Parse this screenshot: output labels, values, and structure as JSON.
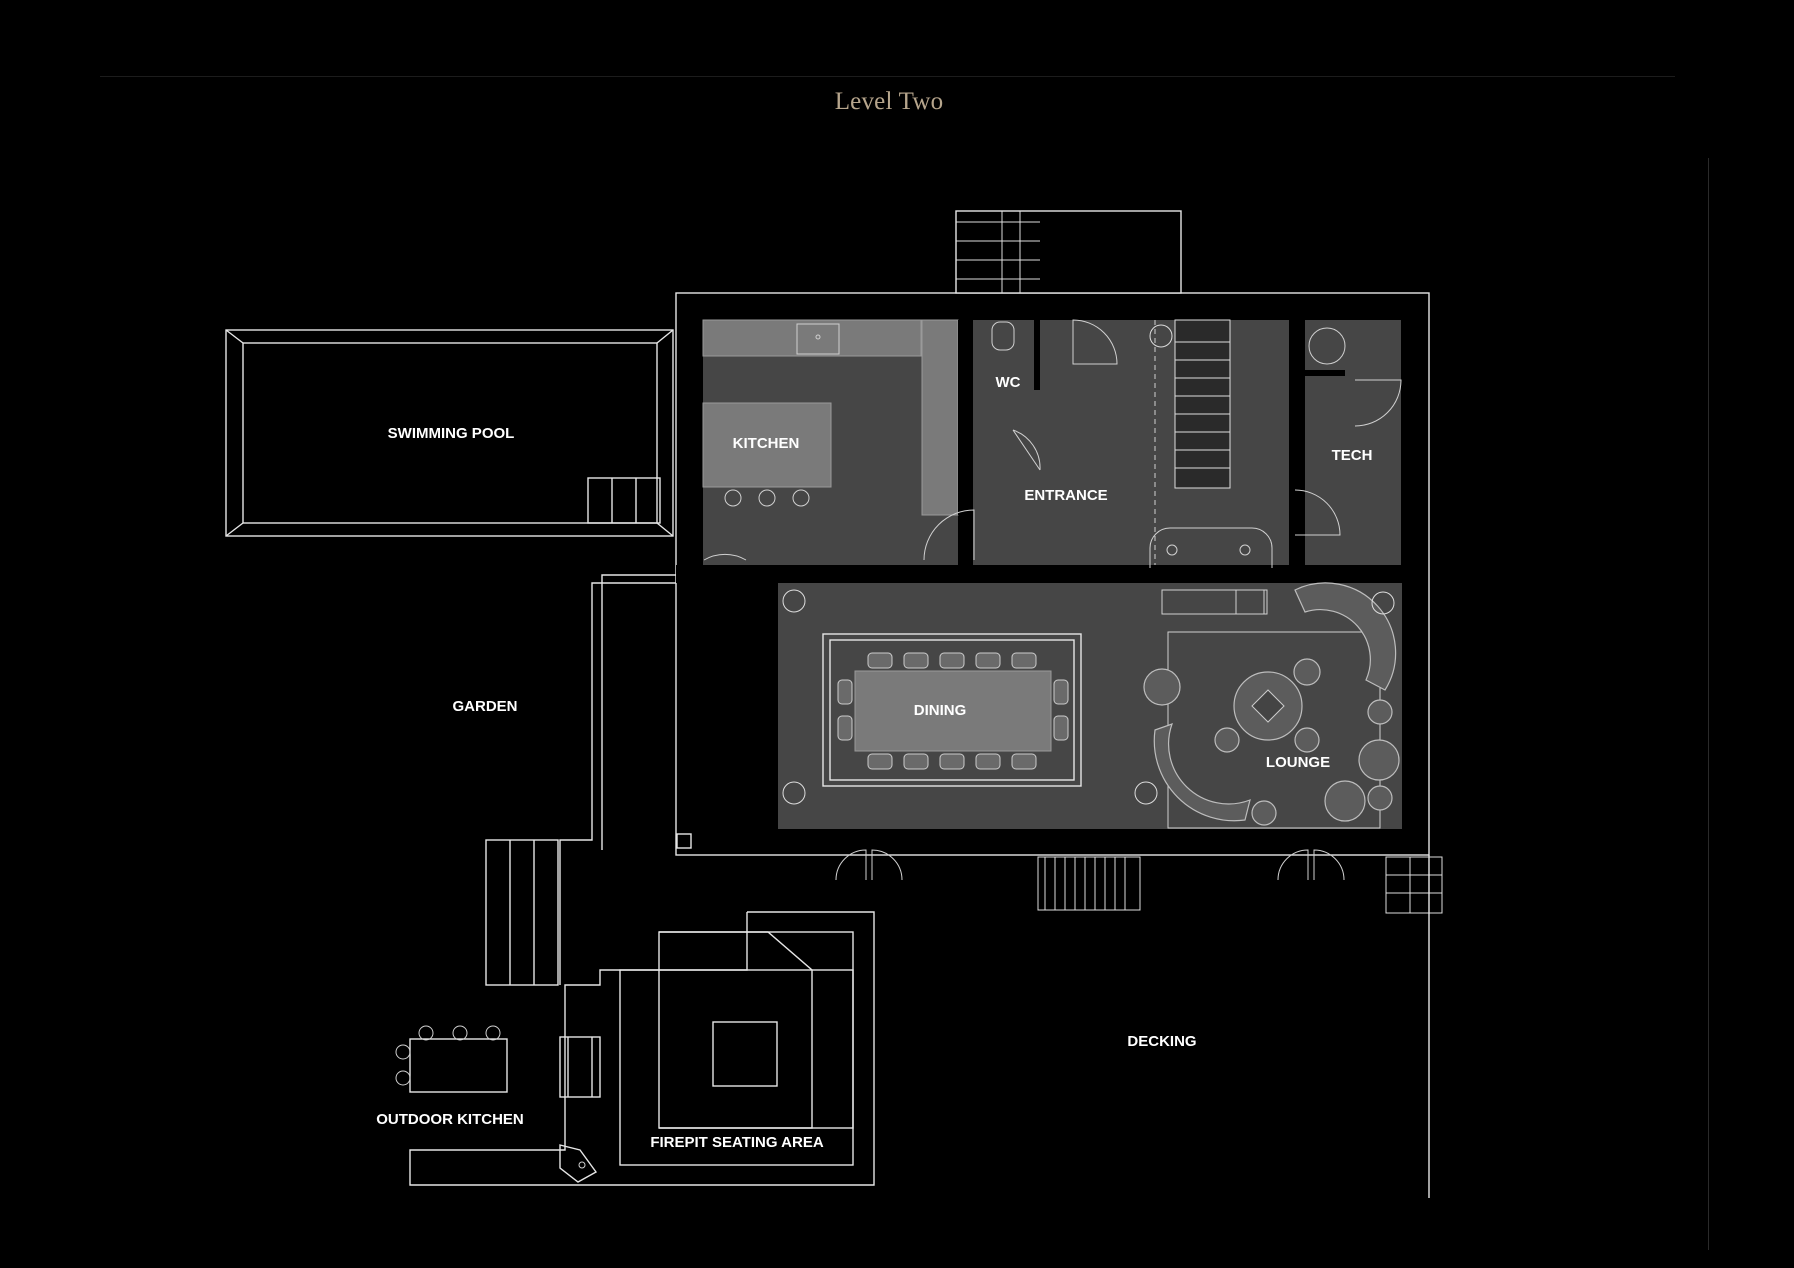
{
  "title": "Level Two",
  "rooms": {
    "swimming_pool": "SWIMMING POOL",
    "kitchen": "KITCHEN",
    "wc": "WC",
    "entrance": "ENTRANCE",
    "tech": "TECH",
    "garden": "GARDEN",
    "dining": "DINING",
    "lounge": "LOUNGE",
    "decking": "DECKING",
    "outdoor_kitchen": "OUTDOOR KITCHEN",
    "firepit": "FIREPIT SEATING AREA"
  },
  "colors": {
    "background": "#000000",
    "title": "#b6a58c",
    "interior_fill": "#464646",
    "linework": "#e6e6e6"
  }
}
